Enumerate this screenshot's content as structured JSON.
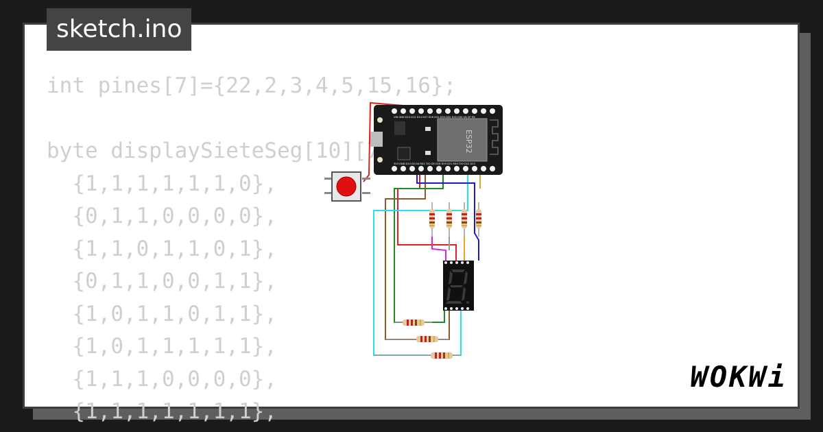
{
  "tab": {
    "filename": "sketch.ino"
  },
  "code_lines": [
    "int pines[7]={22,2,3,4,5,15,16};",
    "",
    "byte displaySieteSeg[10][7] = {",
    "  {1,1,1,1,1,1,0},",
    "  {0,1,1,0,0,0,0},",
    "  {1,1,0,1,1,0,1},",
    "  {0,1,1,0,0,1,1},",
    "  {1,0,1,1,0,1,1},",
    "  {1,0,1,1,1,1,1},",
    "  {1,1,1,0,0,0,0},",
    "  {1,1,1,1,1,1,1},"
  ],
  "board": {
    "chip_label": "ESP32",
    "top_pins_label": "VIN GND D13 D12 D14 D27 D26 D25 D33 D32 D35 D34 VN VP EN",
    "bottom_pins_label": "3V3 GND D15 D2 D4 RX2 TX2 D5 D18 D19 D21 RX0 TX0 D22 D23"
  },
  "logo": "WOKWi",
  "colors": {
    "background": "#1b1b1b",
    "card": "#ffffff",
    "tab": "#444444",
    "code_text": "#cfcfcf",
    "wire_red": "#e02020",
    "wire_green": "#1f8a1f",
    "wire_brown": "#8b5a2b",
    "wire_cyan": "#22e0f0",
    "wire_blue": "#1a1ad0",
    "wire_magenta": "#e020e0",
    "wire_orange": "#f0a020"
  }
}
